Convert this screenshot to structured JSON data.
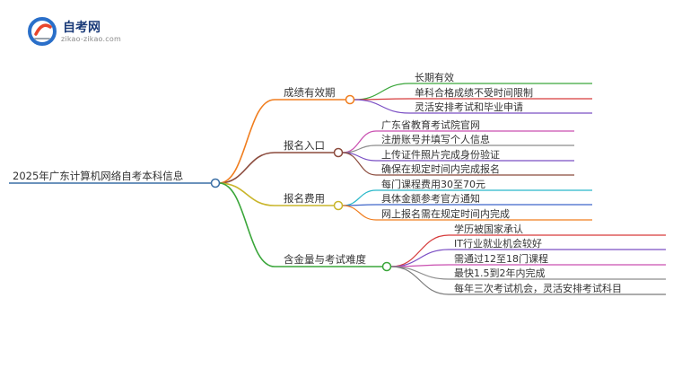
{
  "brand": {
    "name": "自考网",
    "url": "zikao-zikao.com",
    "logo_colors": [
      "#2a6fc9",
      "#e8452c",
      "#9aa3ad"
    ]
  },
  "mindmap": {
    "root": {
      "label": "2025年广东计算机网络自考本科信息",
      "color": "#3a6ea5"
    },
    "branches": [
      {
        "label": "成绩有效期",
        "color": "#f07d1e",
        "children": [
          {
            "label": "长期有效",
            "color": "#3aa63a"
          },
          {
            "label": "单科合格成绩不受时间限制",
            "color": "#d63b3b"
          },
          {
            "label": "灵活安排考试和毕业申请",
            "color": "#7b4fc4"
          }
        ]
      },
      {
        "label": "报名入口",
        "color": "#8b4a3c",
        "children": [
          {
            "label": "广东省教育考试院官网",
            "color": "#c94fb0"
          },
          {
            "label": "注册账号并填写个人信息",
            "color": "#8c8c8c"
          },
          {
            "label": "上传证件照片完成身份验证",
            "color": "#7a4fc4"
          },
          {
            "label": "确保在规定时间内完成报名",
            "color": "#8b4a3c"
          }
        ]
      },
      {
        "label": "报名费用",
        "color": "#c9b52a",
        "children": [
          {
            "label": "每门课程费用30至70元",
            "color": "#29b8c9"
          },
          {
            "label": "具体金额参考官方通知",
            "color": "#3f66c9"
          },
          {
            "label": "网上报名需在规定时间内完成",
            "color": "#f07d1e"
          }
        ]
      },
      {
        "label": "含金量与考试难度",
        "color": "#3aa63a",
        "children": [
          {
            "label": "学历被国家承认",
            "color": "#d63b3b"
          },
          {
            "label": "IT行业就业机会较好",
            "color": "#7b4fc4"
          },
          {
            "label": "需通过12至18门课程",
            "color": "#c94fb0"
          },
          {
            "label": "最快1.5到2年内完成",
            "color": "#8c8c8c"
          },
          {
            "label": "每年三次考试机会，灵活安排考试科目",
            "color": "#7a7a7a"
          }
        ]
      }
    ]
  }
}
